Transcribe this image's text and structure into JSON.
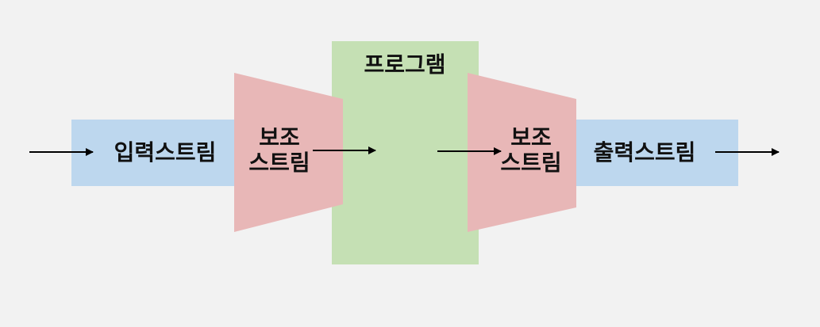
{
  "diagram": {
    "input_stream": "입력스트림",
    "program": "프로그램",
    "aux_in": {
      "line1": "보조",
      "line2": "스트림"
    },
    "aux_out": {
      "line1": "보조",
      "line2": "스트림"
    },
    "output_stream": "출력스트림"
  },
  "colors": {
    "background": "#f2f2f2",
    "stream": "#bdd7ee",
    "program": "#c5e0b4",
    "aux": "#e8b7b7",
    "arrow": "#000000"
  }
}
